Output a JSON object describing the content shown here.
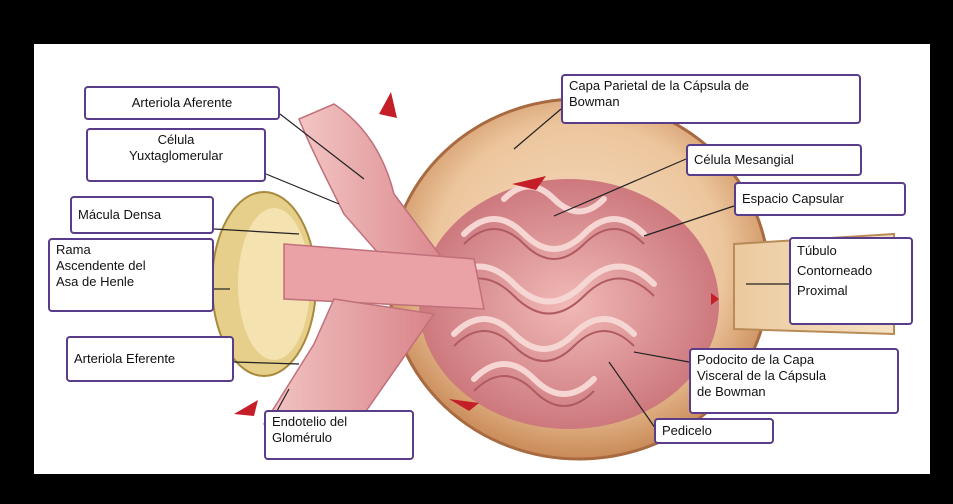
{
  "diagram": {
    "labels": {
      "arteriola_aferente": "Arteriola Aferente",
      "celula_yuxtaglomerular": "Célula\nYuxtaglomerular",
      "macula_densa": "Mácula Densa",
      "rama_ascendente": "Rama\nAscendente del\nAsa de Henle",
      "arteriola_eferente": "Arteriola Eferente",
      "endotelio_glomerulo": "Endotelio del\nGlomérulo",
      "capa_parietal": "Capa Parietal de la Cápsula de\nBowman",
      "celula_mesangial": "Célula Mesangial",
      "espacio_capsular": "Espacio Capsular",
      "tubulo_contorneado": "Túbulo\nContorneado\nProximal",
      "podocito": "Podocito de la Capa\nVisceral de la Cápsula\nde Bowman",
      "pedicelo": "Pedicelo"
    },
    "colors": {
      "frame": "#000000",
      "label_border": "#5a3d8a",
      "capsule": "#e9b98a",
      "glomerulus": "#d98a8e",
      "vessel": "#e8a0a4",
      "macula": "#e6cf8a",
      "arrow": "#c41e28"
    }
  }
}
